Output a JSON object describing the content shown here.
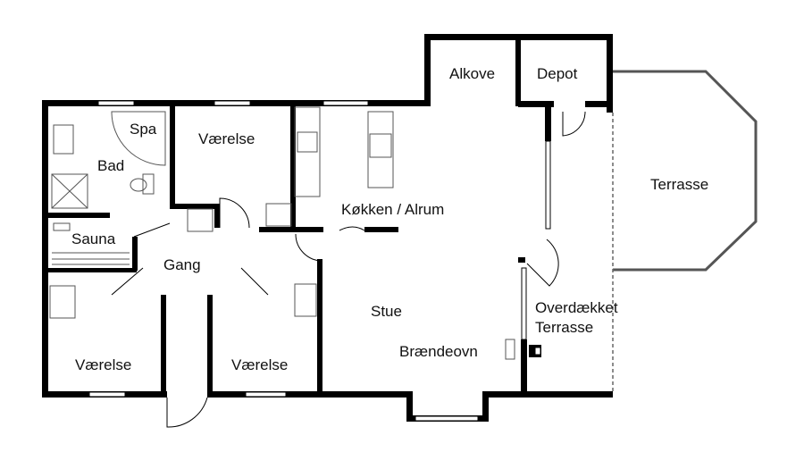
{
  "title": "Floor plan",
  "rooms": {
    "alkove": "Alkove",
    "depot": "Depot",
    "terrasse": "Terrasse",
    "spa": "Spa",
    "bad": "Bad",
    "vaerelse_top": "Værelse",
    "kokken": "Køkken / Alrum",
    "sauna": "Sauna",
    "gang": "Gang",
    "stue": "Stue",
    "overdaekket_line1": "Overdækket",
    "overdaekket_line2": "Terrasse",
    "braendeovn": "Brændeovn",
    "vaerelse_bottom_left": "Værelse",
    "vaerelse_bottom_mid": "Værelse"
  },
  "colors": {
    "wall": "#000000",
    "fixture": "#555555",
    "background": "#ffffff"
  }
}
